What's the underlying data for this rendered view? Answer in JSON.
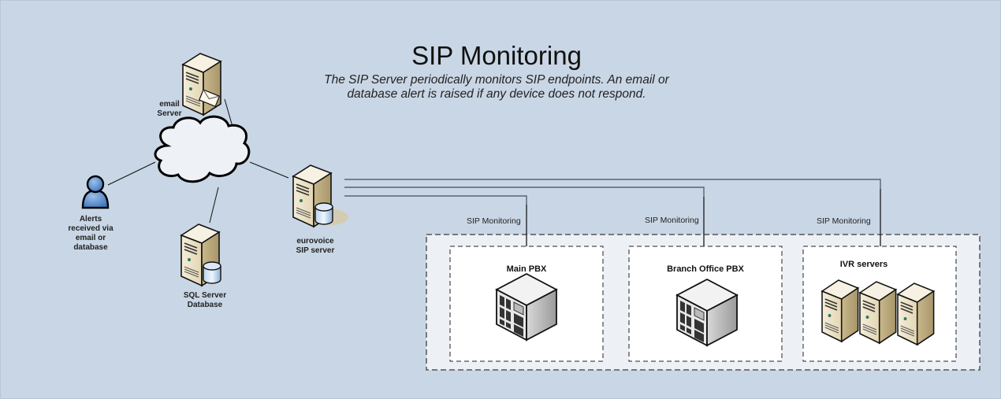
{
  "diagram": {
    "title": "SIP Monitoring",
    "subtitle_line1": "The SIP Server periodically monitors SIP endpoints.  An email or",
    "subtitle_line2": "database alert is raised if any device does not respond.",
    "nodes": {
      "email_server": {
        "line1": "email",
        "line2": "Server",
        "icon": "server-with-envelope"
      },
      "cloud": {
        "icon": "network-cloud"
      },
      "user": {
        "line1": "Alerts",
        "line2": "received via",
        "line3": "email or",
        "line4": "database",
        "icon": "user"
      },
      "sql_server": {
        "line1": "SQL Server",
        "line2": "Database",
        "icon": "server-with-database"
      },
      "sip_server": {
        "line1": "eurovoice",
        "line2": "SIP server",
        "icon": "server-with-database"
      }
    },
    "endpoints": [
      {
        "label": "Main PBX",
        "link_label": "SIP Monitoring",
        "icon": "pbx-cabinet"
      },
      {
        "label": "Branch Office PBX",
        "link_label": "SIP Monitoring",
        "icon": "pbx-cabinet"
      },
      {
        "label": "IVR servers",
        "link_label": "SIP Monitoring",
        "icon": "server-cluster"
      }
    ],
    "colors": {
      "background": "#c9d6e5",
      "endpoint_group_fill": "#edf1f6",
      "endpoint_box_fill": "#ffffff",
      "server_tan": "#e9dfc4",
      "user_blue": "#5b8fd0",
      "connector": "#5a6470"
    }
  }
}
